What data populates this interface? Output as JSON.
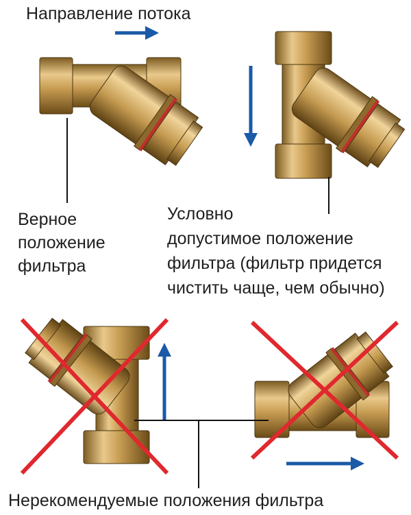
{
  "labels": {
    "flow_direction": "Направление потока",
    "correct": [
      "Верное",
      "положение",
      "фильтра"
    ],
    "acceptable": [
      "Условно",
      "допустимое положение",
      "фильтра (фильтр придется",
      "чистить чаще, чем обычно)"
    ],
    "not_recommended": "Нерекомендуемые положения фильтра"
  },
  "colors": {
    "arrow": "#1a5aa6",
    "cross": "#e0282e",
    "brass": "#c9a15a",
    "brass_dark": "#8a6a2c",
    "seal": "#c0302b",
    "leader": "#111111"
  }
}
